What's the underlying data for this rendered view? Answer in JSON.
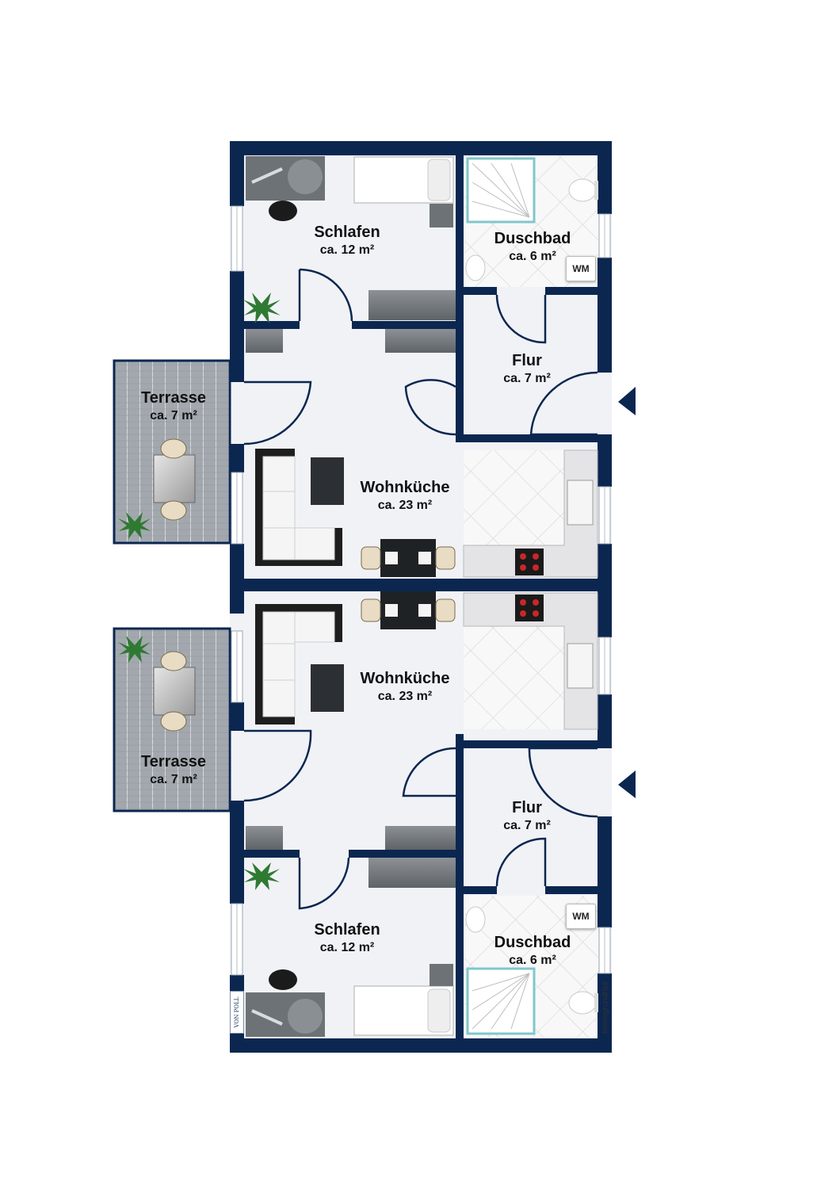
{
  "colors": {
    "wall": "#0b2750",
    "floor": "#f1f2f6",
    "tile": "#f7f7f7",
    "deck": "#9aa0a6",
    "counter": "#e4e4e6"
  },
  "upper_unit": {
    "schlafen": {
      "name": "Schlafen",
      "area": "ca. 12 m²"
    },
    "duschbad": {
      "name": "Duschbad",
      "area": "ca. 6 m²",
      "washer": "WM"
    },
    "flur": {
      "name": "Flur",
      "area": "ca. 7 m²"
    },
    "terrasse": {
      "name": "Terrasse",
      "area": "ca. 7 m²"
    },
    "wohnkueche": {
      "name": "Wohnküche",
      "area": "ca. 23 m²"
    }
  },
  "lower_unit": {
    "wohnkueche": {
      "name": "Wohnküche",
      "area": "ca. 23 m²"
    },
    "terrasse": {
      "name": "Terrasse",
      "area": "ca. 7 m²"
    },
    "flur": {
      "name": "Flur",
      "area": "ca. 7 m²"
    },
    "schlafen": {
      "name": "Schlafen",
      "area": "ca. 12 m²"
    },
    "duschbad": {
      "name": "Duschbad",
      "area": "ca. 6 m²",
      "washer": "WM"
    }
  },
  "branding": {
    "side_text": "Immogrundriss",
    "logo_text": "VON POLL"
  },
  "icons": [
    "entrance-arrow-icon",
    "plant-icon",
    "sink-icon",
    "stove-icon",
    "toilet-icon",
    "shower-icon"
  ]
}
